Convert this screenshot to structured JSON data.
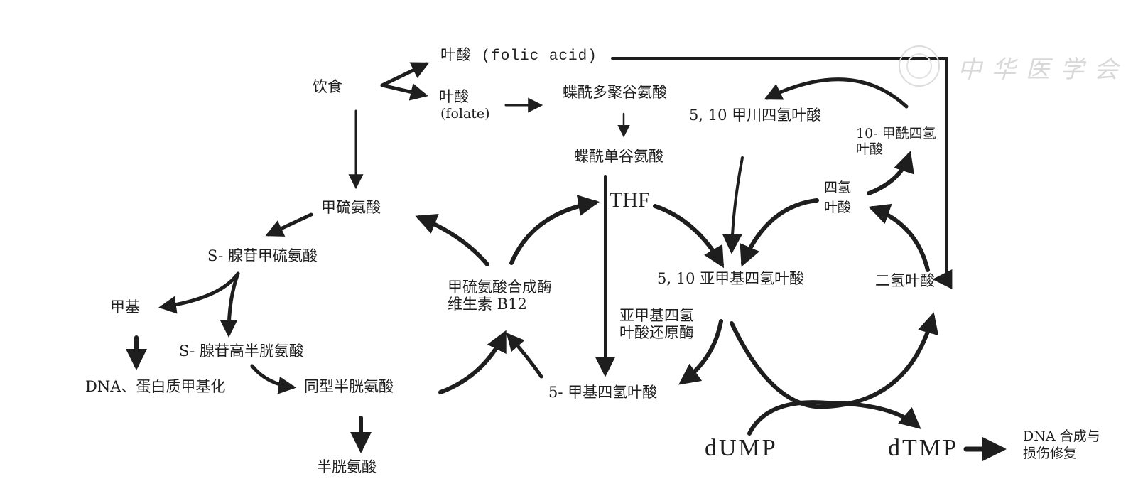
{
  "watermark": {
    "text": "中华医学会"
  },
  "nodes": {
    "diet": "饮食",
    "folic_acid": "叶酸 (folic acid)",
    "folate_line1": "叶酸",
    "folate_line2": "(folate)",
    "pteroylpolyglutamate": "蝶酰多聚谷氨酸",
    "pteroylmonoglutamate": "蝶酰单谷氨酸",
    "methenyl_thf": "5, 10 甲川四氢叶酸",
    "formyl_thf_line1": "10- 甲酰四氢",
    "formyl_thf_line2": "叶酸",
    "thf_cn_line1": "四氢",
    "thf_cn_line2": "叶酸",
    "thf": "THF",
    "methionine": "甲硫氨酸",
    "sam": "S- 腺苷甲硫氨酸",
    "methyl": "甲基",
    "methylation": "DNA、蛋白质甲基化",
    "sah": "S- 腺苷高半胱氨酸",
    "homocysteine": "同型半胱氨酸",
    "cysteine": "半胱氨酸",
    "methionine_synthase_line1": "甲硫氨酸合成酶",
    "methionine_synthase_line2": "维生素 B12",
    "methylene_thf": "5, 10 亚甲基四氢叶酸",
    "dhf": "二氢叶酸",
    "mthfr_line1": "亚甲基四氢",
    "mthfr_line2": "叶酸还原酶",
    "methyl_thf": "5- 甲基四氢叶酸",
    "dump": "dUMP",
    "dtmp": "dTMP",
    "dna_synthesis_line1": "DNA 合成与",
    "dna_synthesis_line2": "损伤修复"
  },
  "colors": {
    "ink": "#1e1e1e",
    "background": "#ffffff",
    "watermark": "#d8d8d8"
  }
}
